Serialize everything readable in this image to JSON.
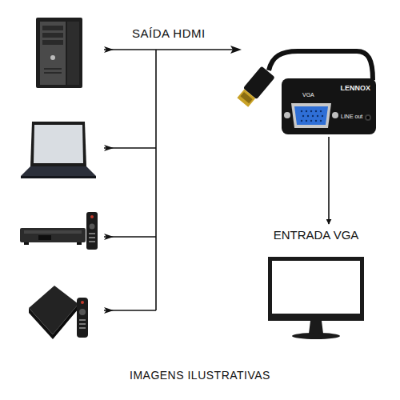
{
  "diagram": {
    "caption": "IMAGENS ILUSTRATIVAS",
    "nodes": [
      {
        "text": [
          "LENNOX",
          "VGA",
          "LINE out"
        ]
      },
      {
        "text": [
          "ENTRADA VGA"
        ]
      }
    ],
    "edges": [
      {
        "from": 0,
        "to": 1,
        "arrow": "to"
      }
    ],
    "labels": [
      "SAÍDA HDMI"
    ]
  }
}
